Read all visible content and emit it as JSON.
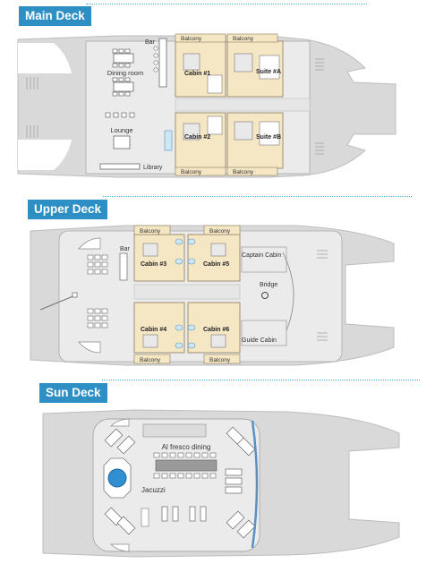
{
  "colors": {
    "accent": "#2e8fc4",
    "hull": "#d9d9d9",
    "deck": "#ebebeb",
    "cabin": "#f5e6c4",
    "water": "#2f8fd0"
  },
  "decks": {
    "main": {
      "title": "Main Deck",
      "labels": {
        "bar": "Bar",
        "dining": "Dining room",
        "lounge": "Lounge",
        "library": "Library",
        "cabin1": "Cabin #1",
        "cabin2": "Cabin #2",
        "suiteA": "Suite #A",
        "suiteB": "Suite #B",
        "balcony": "Balcony"
      }
    },
    "upper": {
      "title": "Upper Deck",
      "labels": {
        "bar": "Bar",
        "cabin3": "Cabin #3",
        "cabin4": "Cabin #4",
        "cabin5": "Cabin #5",
        "cabin6": "Cabin #6",
        "captain": "Captain Cabin",
        "bridge": "Bridge",
        "guide": "Guide Cabin",
        "balcony": "Balcony"
      }
    },
    "sun": {
      "title": "Sun Deck",
      "labels": {
        "alfresco": "Al fresco dining",
        "jacuzzi": "Jacuzzi"
      }
    }
  }
}
